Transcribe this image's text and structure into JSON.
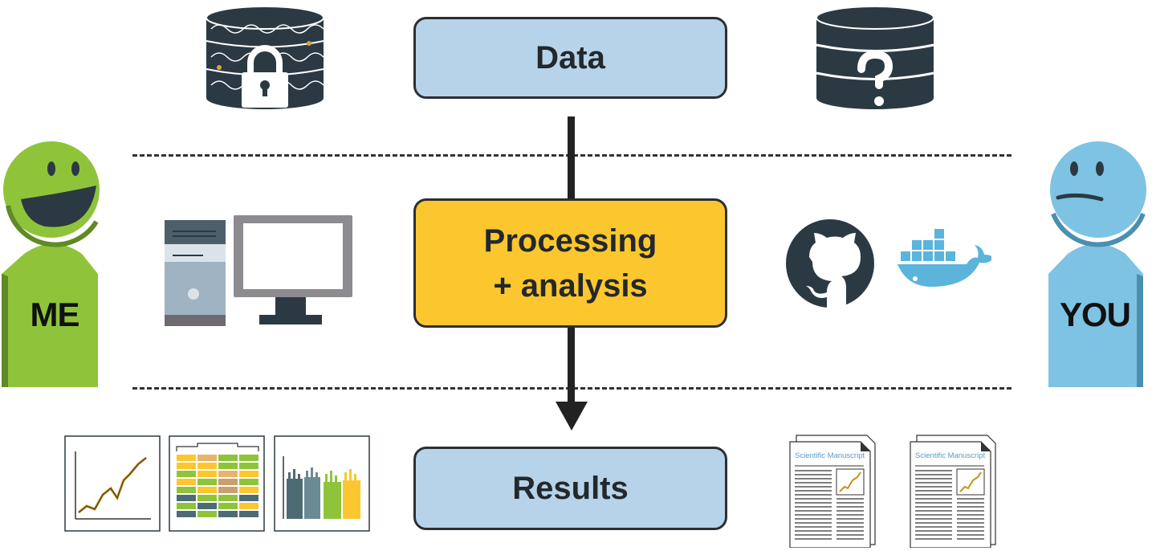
{
  "flow": {
    "data_label": "Data",
    "processing_line1": "Processing",
    "processing_line2": "+ analysis",
    "results_label": "Results"
  },
  "people": {
    "me_label": "ME",
    "you_label": "YOU"
  },
  "manuscripts": {
    "title": "Scientific Manuscript"
  },
  "colors": {
    "box_blue": "#b7d3e9",
    "box_yellow": "#fcc72e",
    "me_green": "#8fc43a",
    "you_blue": "#7ec3e4",
    "dark": "#2b3a42",
    "docker_blue": "#5ab4dc"
  },
  "icons": [
    "database-lock-icon",
    "database-question-icon",
    "computer-icon",
    "github-icon",
    "docker-icon",
    "line-chart-icon",
    "table-icon",
    "bar-chart-icon",
    "manuscript-icon"
  ]
}
